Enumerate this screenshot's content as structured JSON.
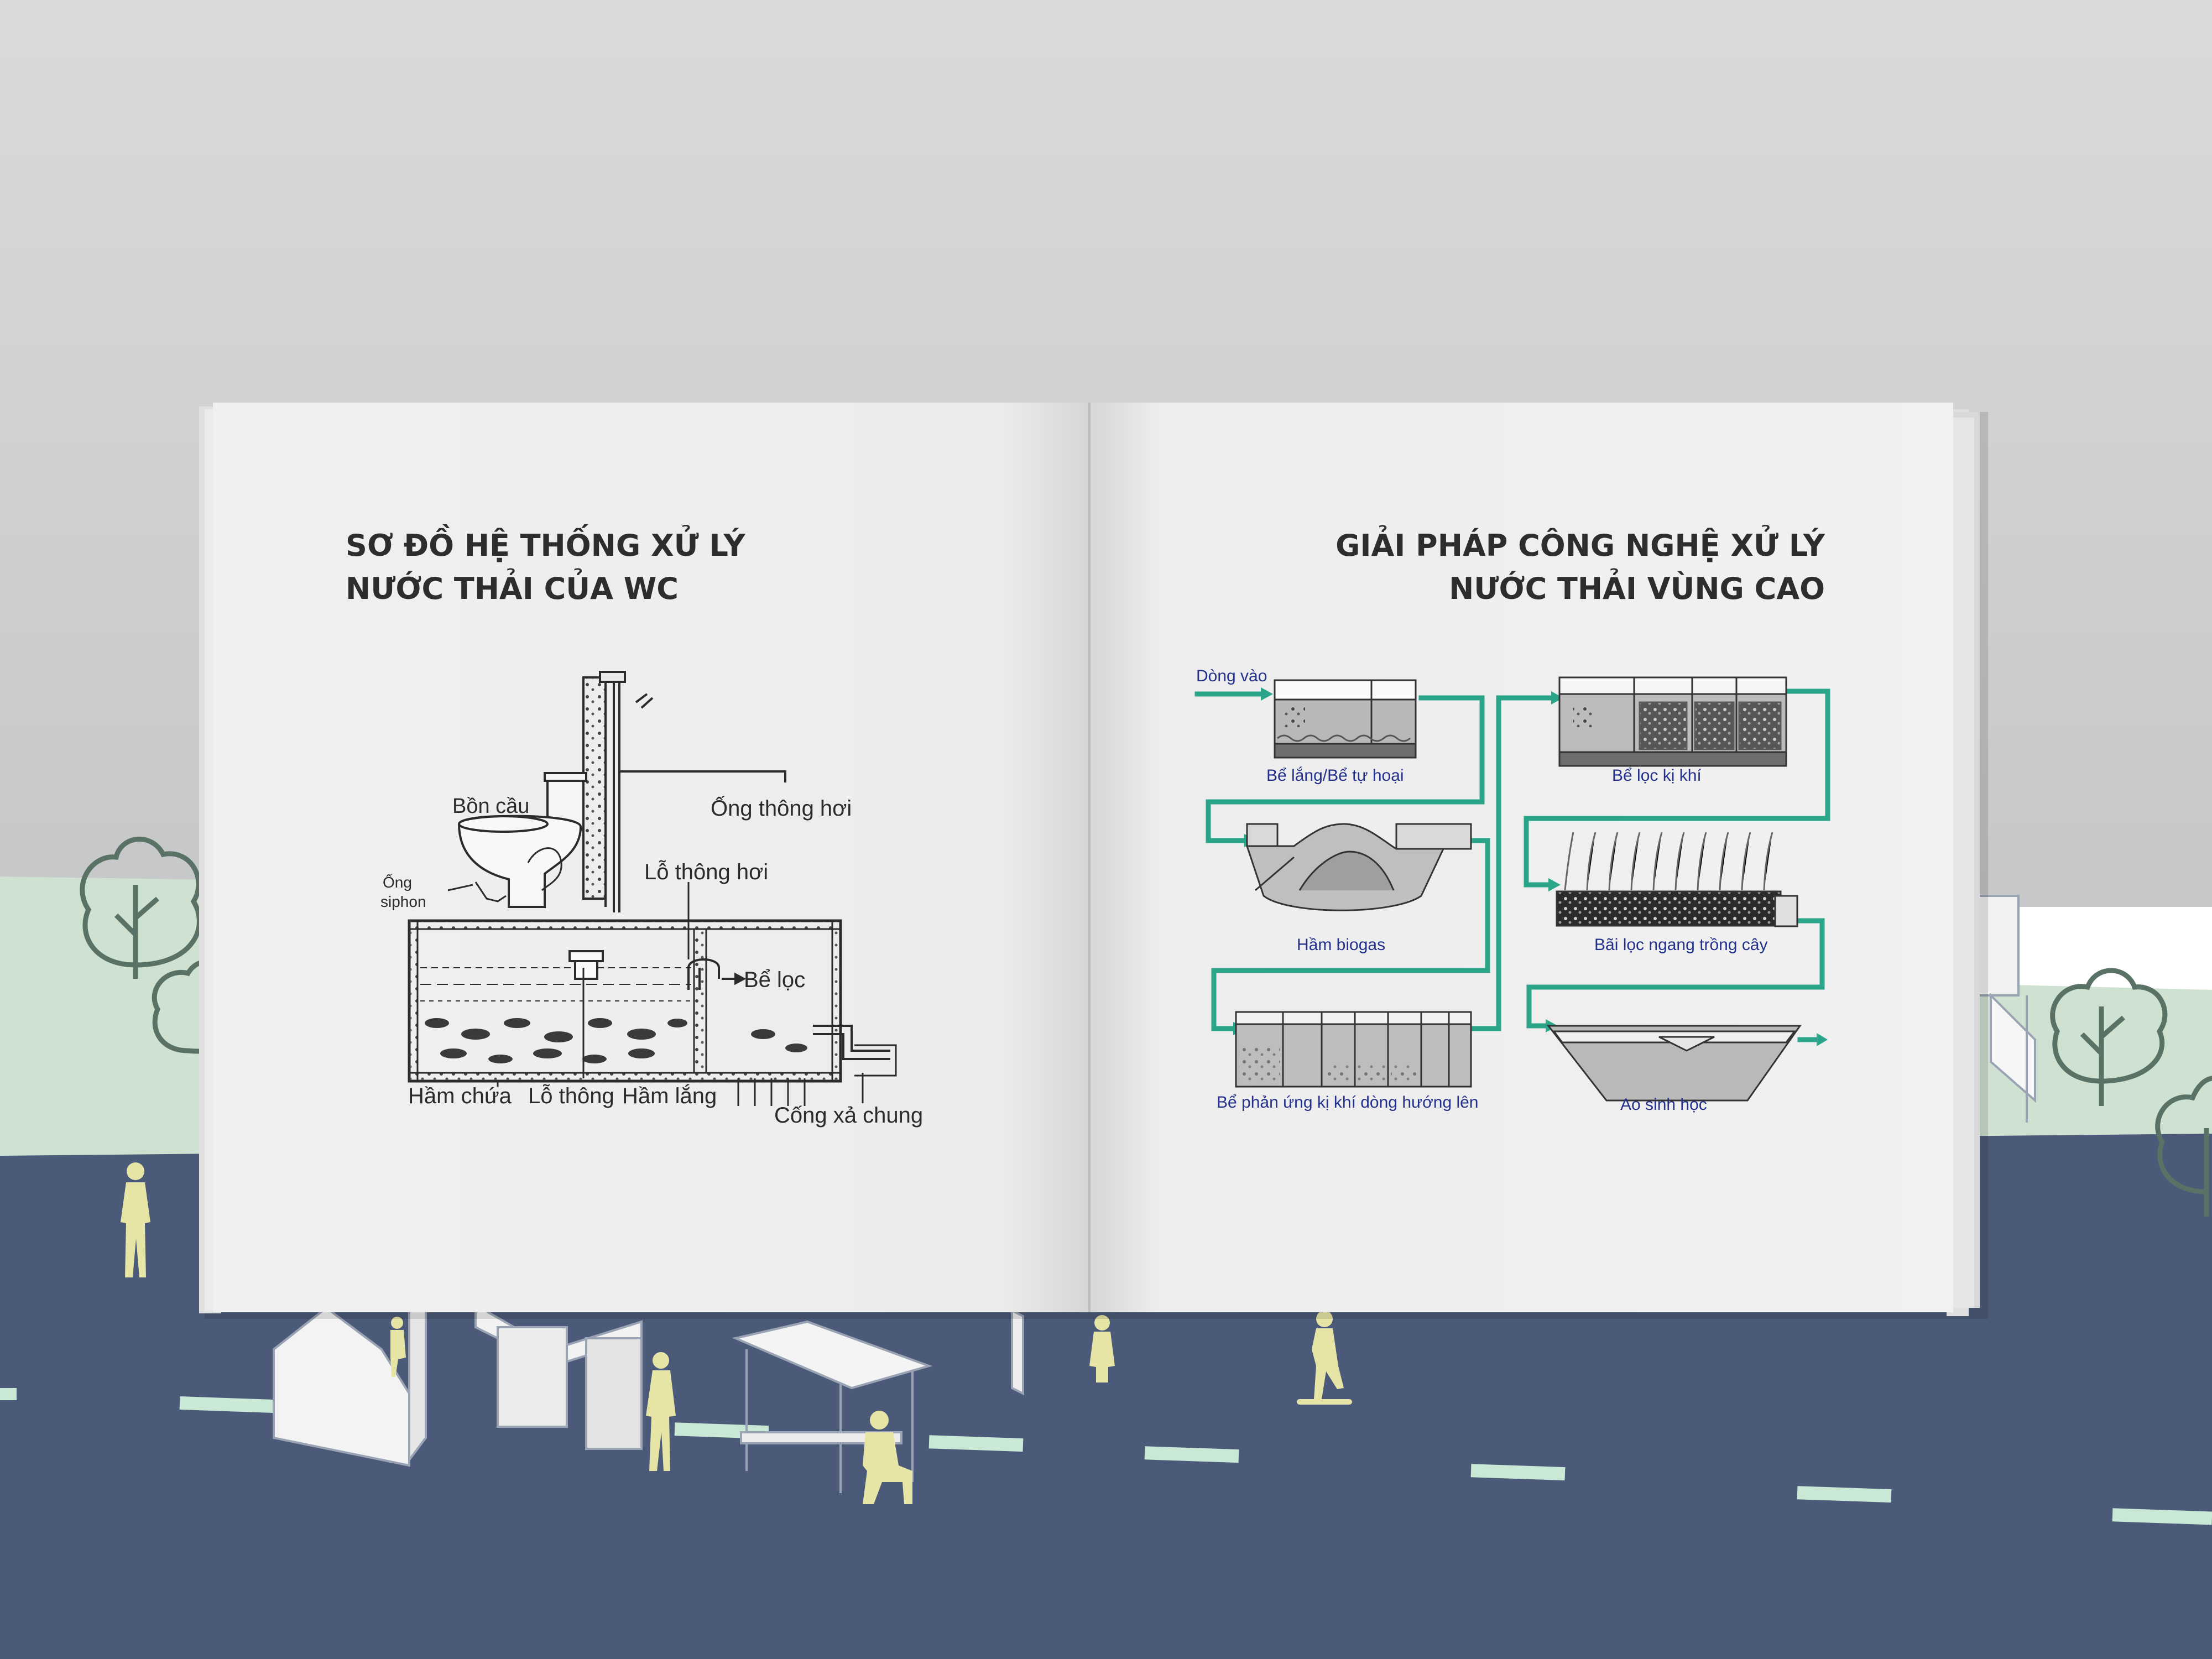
{
  "left_page": {
    "title_line1": "SƠ ĐỒ HỆ THỐNG XỬ LÝ",
    "title_line2": "NƯỚC THẢI CỦA WC",
    "labels": {
      "bon_cau": "Bồn cầu",
      "ong_thong_hoi": "Ống thông hơi",
      "ong_siphon_1": "Ống",
      "ong_siphon_2": "siphon",
      "lo_thong_hoi_top": "Lỗ thông hơi",
      "be_loc": "Bể lọc",
      "ham_chua": "Hầm chứa",
      "lo_thong": "Lỗ thông",
      "ham_lang": "Hầm lắng",
      "cong_xa_chung": "Cống xả chung"
    }
  },
  "right_page": {
    "title_line1": "GIẢI PHÁP CÔNG NGHỆ XỬ LÝ",
    "title_line2": "NƯỚC THẢI VÙNG CAO",
    "labels": {
      "dong_vao": "Dòng vào",
      "be_lang": "Bể lắng/Bể tự hoại",
      "be_loc_ki_khi": "Bể lọc kị khí",
      "ham_biogas": "Hầm biogas",
      "bai_loc": "Bãi lọc ngang trồng cây",
      "be_phan_ung": "Bể phản ứng kị khí dòng hướng lên",
      "ao_sinh_hoc": "Ao sinh học"
    }
  },
  "colors": {
    "wall": "#cfd0d2",
    "lawn": "#cfe2d2",
    "road": "#4a5a78",
    "lane": "#c9e8d6",
    "people": "#e6e5a6",
    "tree": "#5a7266",
    "page": "#efefef",
    "pipe": "#2aa58a",
    "label_blue": "#23318c",
    "ink": "#2b2b2b"
  }
}
